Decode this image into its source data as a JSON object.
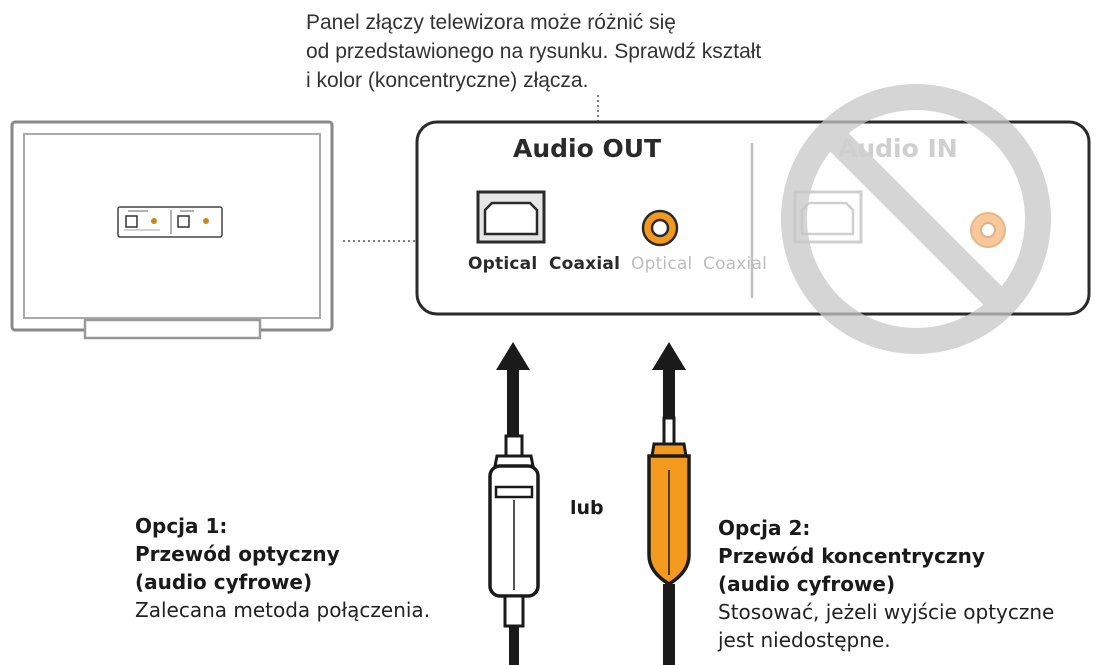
{
  "note": {
    "lines": [
      "Panel złączy telewizora może różnić się",
      "od przedstawionego na rysunku. Sprawdź kształt",
      "i kolor (koncentryczne) złącza."
    ]
  },
  "panel": {
    "audio_out": "Audio OUT",
    "audio_in": "Audio IN",
    "port_labels": [
      "Optical",
      "Coaxial",
      "Optical",
      "Coaxial"
    ]
  },
  "option1": {
    "title": "Opcja 1:",
    "cable": "Przewód optyczny",
    "type": "(audio cyfrowe)",
    "desc": "Zalecana metoda połączenia."
  },
  "option2": {
    "title": "Opcja 2:",
    "cable": "Przewód koncentryczny",
    "type": "(audio cyfrowe)",
    "desc_lines": [
      "Stosować, jeżeli wyjście optyczne",
      "jest niedostępne."
    ]
  },
  "or_label": "lub",
  "colors": {
    "coaxial": "#f39a1e",
    "outline": "#2a2a2a",
    "prohibited": "#cfcfcf"
  }
}
